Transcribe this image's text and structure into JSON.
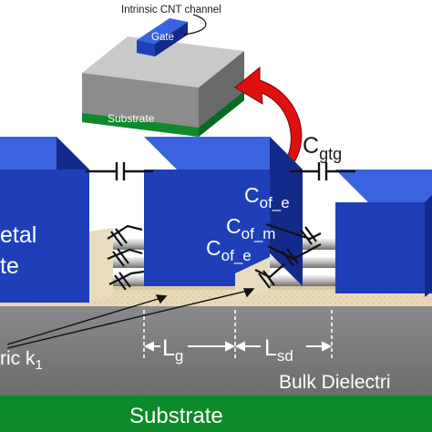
{
  "labels": {
    "intrinsic_channel": "Intrinsic CNT channel",
    "gate_small": "Gate",
    "substrate_small": "Substrate",
    "c_gtg": "C",
    "c_gtg_sub": "gtg",
    "c_of_e_top": "C",
    "c_of_e_top_sub": "of_e",
    "c_of_m": "C",
    "c_of_m_sub": "of_m",
    "c_of_e_bottom": "C",
    "c_of_e_bottom_sub": "of_e",
    "metal_gate_line1": "etal",
    "metal_gate_line2": "te",
    "l_g": "L",
    "l_g_sub": "g",
    "l_sd": "L",
    "l_sd_sub": "sd",
    "dielectric_k1": "ric k",
    "dielectric_k1_sub": "1",
    "bulk_dielectric": "Bulk Dielectri",
    "substrate_bottom": "Substrate"
  },
  "colors": {
    "gate_blue": "#1f3fb8",
    "gate_blue_dark": "#142a8a",
    "gate_blue_top": "#3a63e0",
    "substrate_green": "#0d8a2a",
    "bulk_gray": "#7a7a7a",
    "oxide_beige": "#e8dcbf",
    "arrow_red": "#e01010"
  }
}
